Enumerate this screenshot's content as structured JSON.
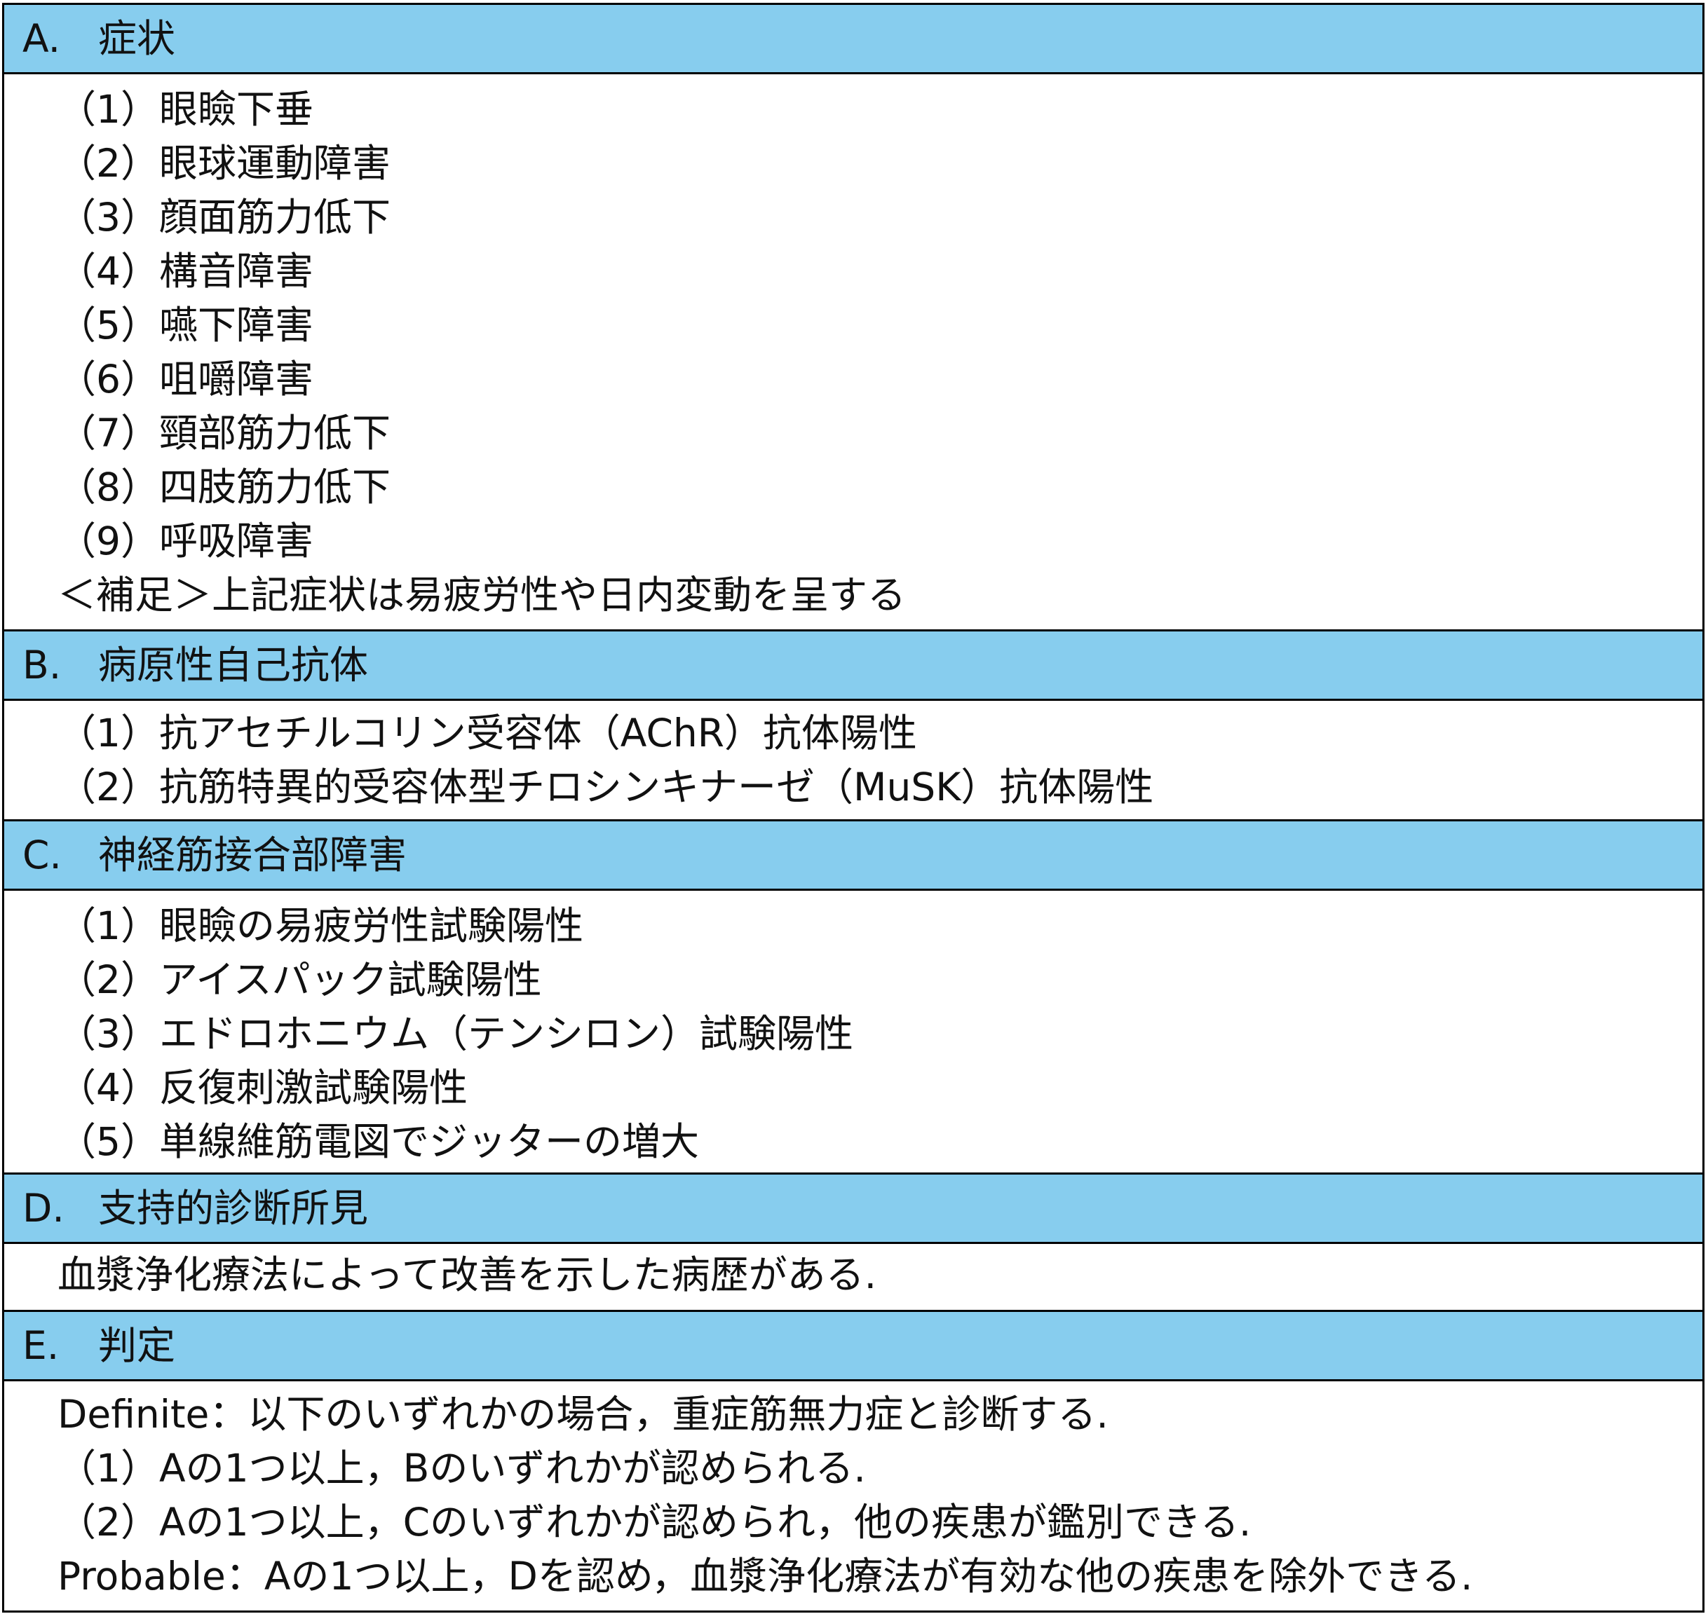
{
  "sections": [
    {
      "letter": "A.",
      "title": "症状",
      "lines": [
        "（1）眼瞼下垂",
        "（2）眼球運動障害",
        "（3）顔面筋力低下",
        "（4）構音障害",
        "（5）嚥下障害",
        "（6）咀嚼障害",
        "（7）頸部筋力低下",
        "（8）四肢筋力低下",
        "（9）呼吸障害",
        "＜補足＞上記症状は易疲労性や日内変動を呈する"
      ]
    },
    {
      "letter": "B.",
      "title": "病原性自己抗体",
      "lines": [
        "（1）抗アセチルコリン受容体（AChR）抗体陽性",
        "（2）抗筋特異的受容体型チロシンキナーゼ（MuSK）抗体陽性"
      ]
    },
    {
      "letter": "C.",
      "title": "神経筋接合部障害",
      "lines": [
        "（1）眼瞼の易疲労性試験陽性",
        "（2）アイスパック試験陽性",
        "（3）エドロホニウム（テンシロン）試験陽性",
        "（4）反復刺激試験陽性",
        "（5）単線維筋電図でジッターの増大"
      ]
    },
    {
      "letter": "D.",
      "title": "支持的診断所見",
      "lines": [
        "血漿浄化療法によって改善を示した病歴がある."
      ]
    },
    {
      "letter": "E.",
      "title": "判定",
      "lines": [
        "Definite：以下のいずれかの場合，重症筋無力症と診断する.",
        "（1）Aの1つ以上，Bのいずれかが認められる.",
        "（2）Aの1つ以上，Cのいずれかが認められ，他の疾患が鑑別できる.",
        "Probable：Aの1つ以上，Dを認め，血漿浄化療法が有効な他の疾患を除外できる."
      ]
    }
  ],
  "colors": {
    "header_bg": "#87cdee",
    "border": "#000000"
  }
}
